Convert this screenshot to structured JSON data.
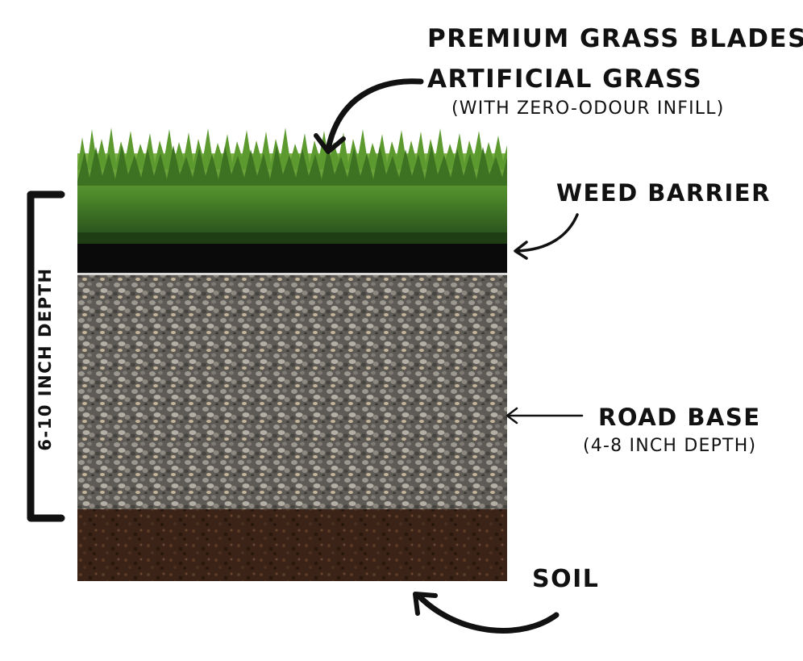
{
  "labels": {
    "grass_title": "PREMIUM GRASS BLADES",
    "grass_name": "ARTIFICIAL GRASS",
    "grass_note": "(WITH ZERO-ODOUR INFILL)",
    "weed_barrier": "WEED BARRIER",
    "road_base": "ROAD BASE",
    "road_base_note": "(4-8 INCH DEPTH)",
    "soil": "SOIL",
    "total_depth": "6-10 INCH DEPTH"
  },
  "colors": {
    "grass_dark": "#2f5a1c",
    "grass_light": "#6fa63a",
    "barrier": "#0a0a0a",
    "gravel_base": "#6f6c66",
    "soil": "#3b2417",
    "ink": "#111111"
  }
}
